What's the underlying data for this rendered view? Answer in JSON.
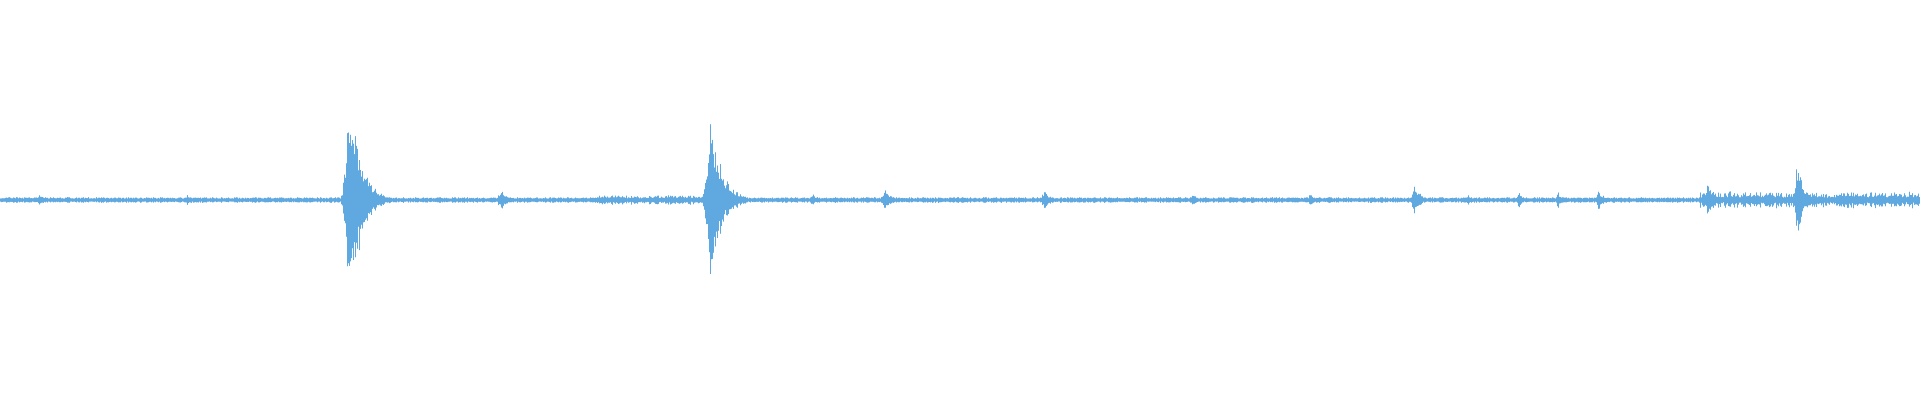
{
  "waveform": {
    "color": "#5fa8e0",
    "baseline_amplitude": 0.02,
    "events": [
      {
        "t": 0.0205,
        "amp": 0.06,
        "dur": 0.004
      },
      {
        "t": 0.0975,
        "amp": 0.05,
        "dur": 0.003
      },
      {
        "t": 0.1825,
        "amp": 1.0,
        "dur": 0.008
      },
      {
        "t": 0.261,
        "amp": 0.09,
        "dur": 0.006
      },
      {
        "t": 0.313,
        "amp": 0.05,
        "dur": 0.004
      },
      {
        "t": 0.3705,
        "amp": 0.73,
        "dur": 0.008
      },
      {
        "t": 0.423,
        "amp": 0.06,
        "dur": 0.003
      },
      {
        "t": 0.461,
        "amp": 0.09,
        "dur": 0.006
      },
      {
        "t": 0.544,
        "amp": 0.08,
        "dur": 0.005
      },
      {
        "t": 0.6215,
        "amp": 0.05,
        "dur": 0.004
      },
      {
        "t": 0.652,
        "amp": 0.04,
        "dur": 0.003
      },
      {
        "t": 0.6825,
        "amp": 0.08,
        "dur": 0.003
      },
      {
        "t": 0.7365,
        "amp": 0.16,
        "dur": 0.004
      },
      {
        "t": 0.7645,
        "amp": 0.05,
        "dur": 0.003
      },
      {
        "t": 0.791,
        "amp": 0.08,
        "dur": 0.003
      },
      {
        "t": 0.8115,
        "amp": 0.08,
        "dur": 0.003
      },
      {
        "t": 0.8325,
        "amp": 0.09,
        "dur": 0.004
      },
      {
        "t": 0.8895,
        "amp": 0.14,
        "dur": 0.006
      },
      {
        "t": 0.936,
        "amp": 0.37,
        "dur": 0.004
      },
      {
        "t": 0.9805,
        "amp": 0.05,
        "dur": 0.004
      }
    ],
    "noisy_regions": [
      {
        "start": 0.885,
        "end": 1.0,
        "amp": 0.05
      },
      {
        "start": 0.31,
        "end": 0.375,
        "amp": 0.03
      }
    ]
  }
}
